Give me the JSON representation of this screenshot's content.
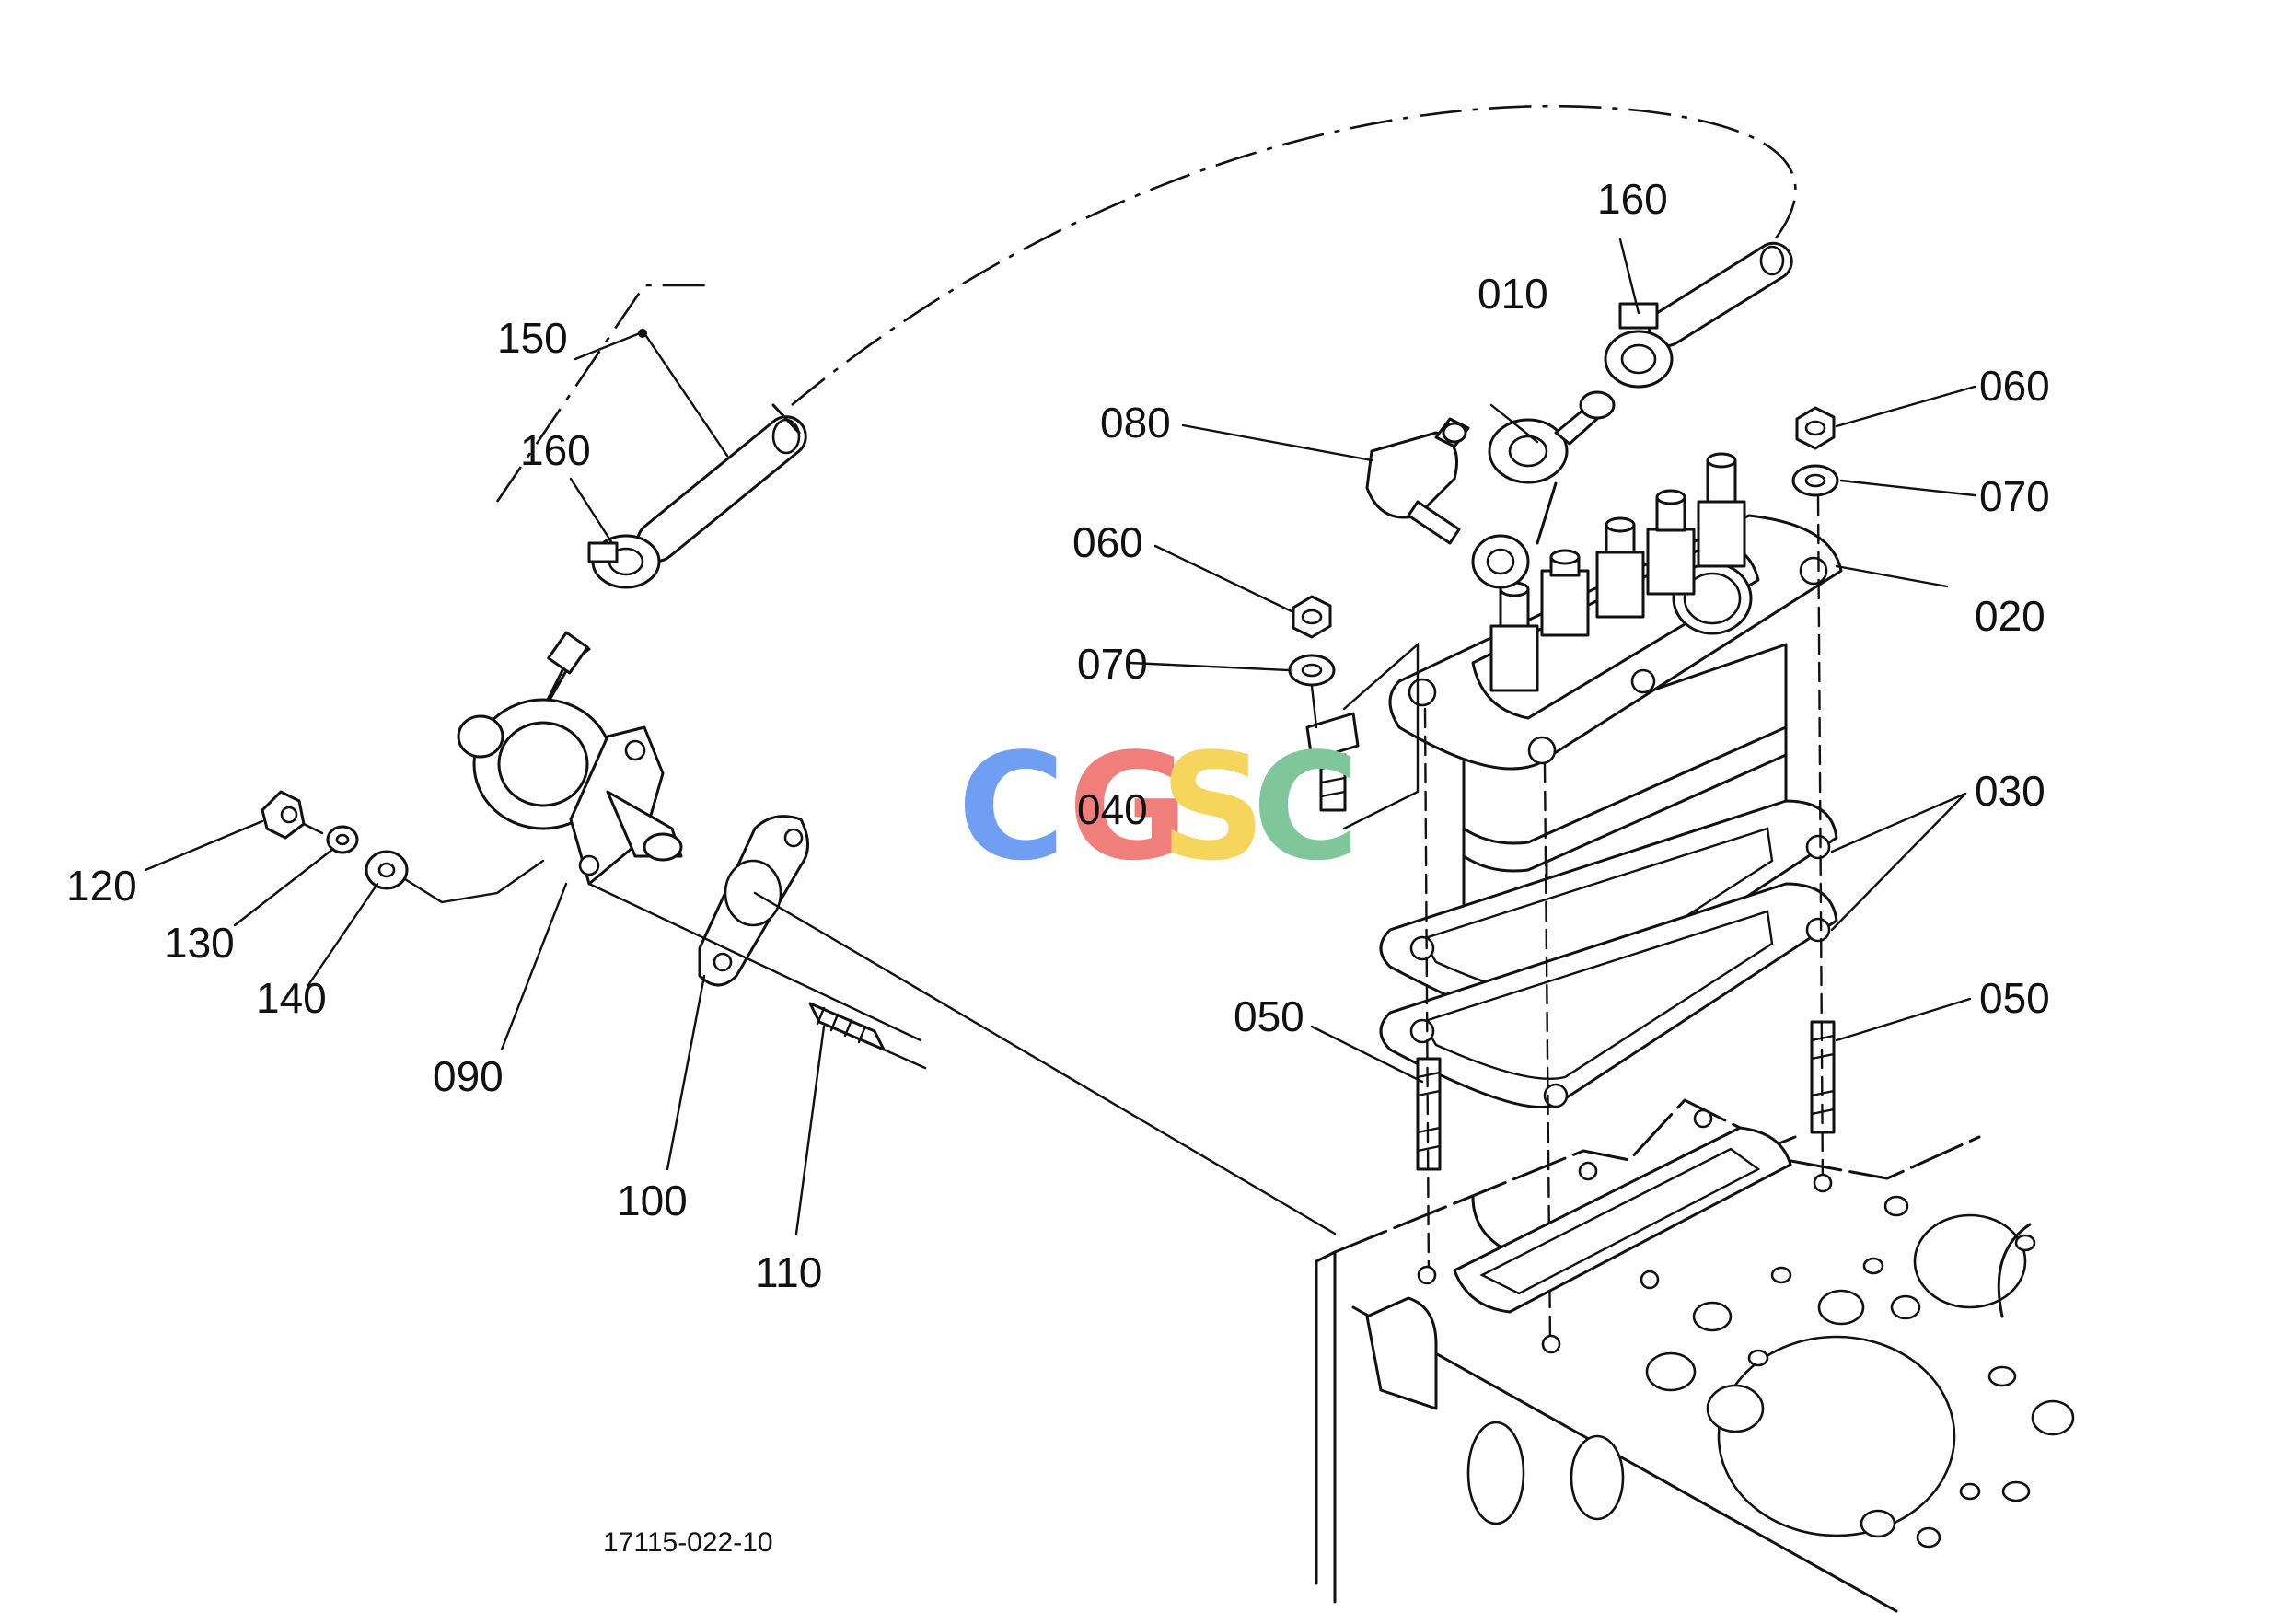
{
  "diagram": {
    "part_labels": [
      "010",
      "020",
      "030",
      "040",
      "050",
      "050",
      "060",
      "060",
      "070",
      "070",
      "080",
      "090",
      "100",
      "110",
      "120",
      "130",
      "140",
      "150",
      "160",
      "160"
    ],
    "drawing_number": "17115-022-10"
  },
  "watermark": {
    "letters": [
      "C",
      "G",
      "S",
      "C"
    ],
    "colors": [
      "#6f9ef2",
      "#f07f7c",
      "#f5d55c",
      "#7fc79a"
    ]
  }
}
